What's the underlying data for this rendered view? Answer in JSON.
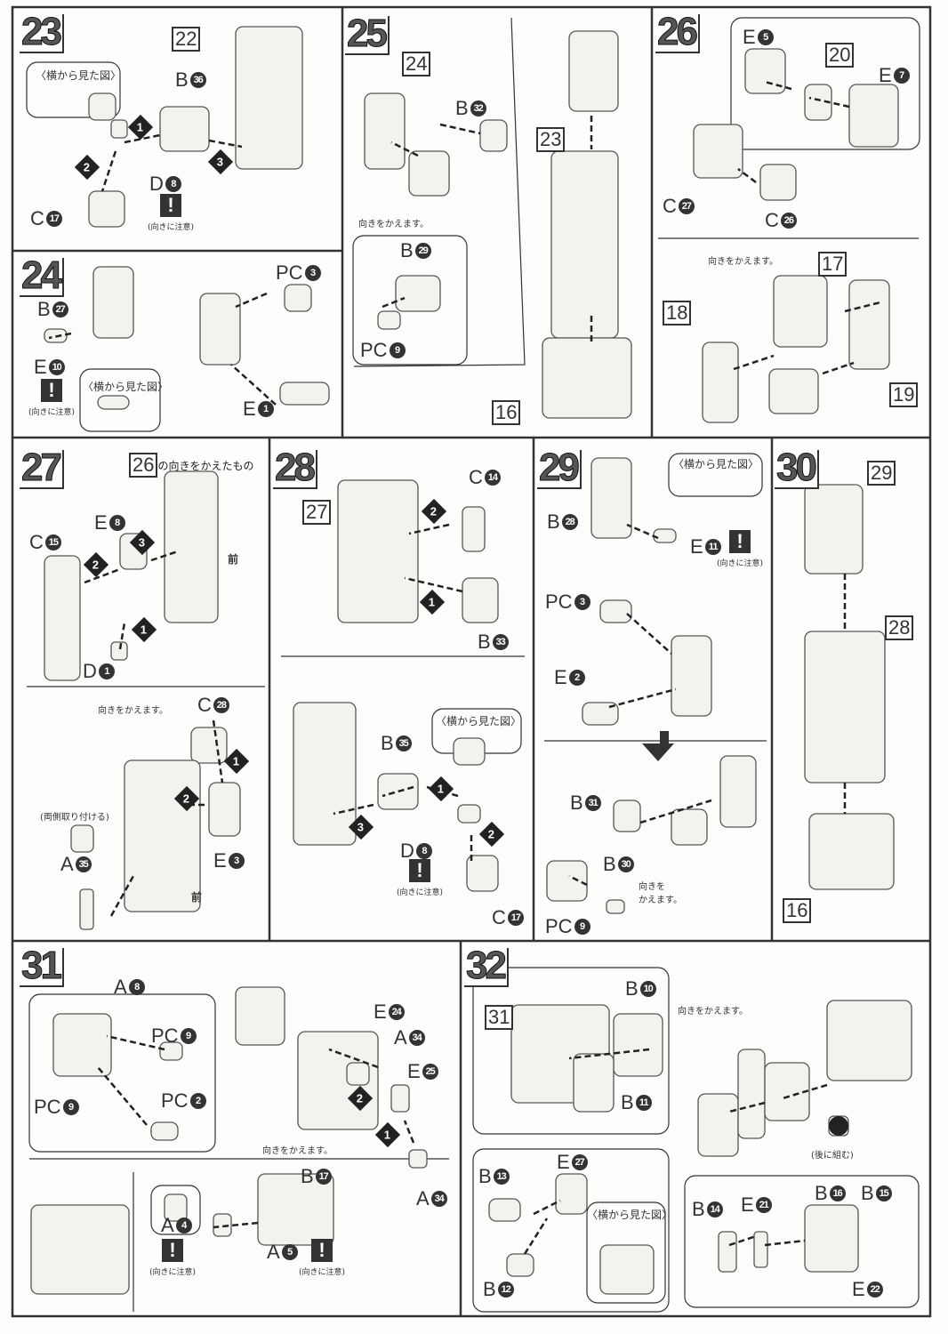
{
  "panels": [
    {
      "step": "23",
      "items": [
        {
          "t": "box",
          "v": "22"
        },
        {
          "t": "part",
          "l": "B",
          "n": "36"
        },
        {
          "t": "side",
          "v": "〈横から見た図〉"
        },
        {
          "t": "seq",
          "n": "1"
        },
        {
          "t": "seq",
          "n": "2"
        },
        {
          "t": "seq",
          "n": "3"
        },
        {
          "t": "part",
          "l": "D",
          "n": "8"
        },
        {
          "t": "warn",
          "v": "(向きに注意)"
        },
        {
          "t": "part",
          "l": "C",
          "n": "17"
        }
      ]
    },
    {
      "step": "24",
      "items": [
        {
          "t": "part",
          "l": "PC",
          "n": "3"
        },
        {
          "t": "part",
          "l": "B",
          "n": "27"
        },
        {
          "t": "part",
          "l": "E",
          "n": "10"
        },
        {
          "t": "warn",
          "v": "(向きに注意)"
        },
        {
          "t": "side",
          "v": "〈横から見た図〉"
        },
        {
          "t": "part",
          "l": "E",
          "n": "1"
        }
      ]
    },
    {
      "step": "25",
      "items": [
        {
          "t": "box",
          "v": "24"
        },
        {
          "t": "part",
          "l": "B",
          "n": "32"
        },
        {
          "t": "note",
          "v": "向きをかえます。"
        },
        {
          "t": "part",
          "l": "B",
          "n": "29"
        },
        {
          "t": "part",
          "l": "PC",
          "n": "9"
        },
        {
          "t": "box",
          "v": "23"
        },
        {
          "t": "box",
          "v": "16"
        }
      ]
    },
    {
      "step": "26",
      "items": [
        {
          "t": "part",
          "l": "E",
          "n": "5"
        },
        {
          "t": "box",
          "v": "20"
        },
        {
          "t": "part",
          "l": "E",
          "n": "7"
        },
        {
          "t": "part",
          "l": "C",
          "n": "27"
        },
        {
          "t": "part",
          "l": "C",
          "n": "26"
        },
        {
          "t": "note",
          "v": "向きをかえます。"
        },
        {
          "t": "box",
          "v": "17"
        },
        {
          "t": "box",
          "v": "18"
        },
        {
          "t": "box",
          "v": "19"
        }
      ]
    },
    {
      "step": "27",
      "items": [
        {
          "t": "boxnote",
          "v": "26",
          "s": "の向きをかえたもの"
        },
        {
          "t": "part",
          "l": "C",
          "n": "15"
        },
        {
          "t": "part",
          "l": "E",
          "n": "8"
        },
        {
          "t": "seq",
          "n": "3"
        },
        {
          "t": "seq",
          "n": "2"
        },
        {
          "t": "seq",
          "n": "1"
        },
        {
          "t": "front",
          "v": "前"
        },
        {
          "t": "part",
          "l": "D",
          "n": "1"
        },
        {
          "t": "note",
          "v": "向きをかえます。"
        },
        {
          "t": "part",
          "l": "C",
          "n": "28"
        },
        {
          "t": "seq",
          "n": "1"
        },
        {
          "t": "seq",
          "n": "2"
        },
        {
          "t": "part",
          "l": "E",
          "n": "3"
        },
        {
          "t": "note",
          "v": "(両側取り付ける)"
        },
        {
          "t": "part",
          "l": "A",
          "n": "35"
        },
        {
          "t": "front",
          "v": "前"
        }
      ]
    },
    {
      "step": "28",
      "items": [
        {
          "t": "box",
          "v": "27"
        },
        {
          "t": "part",
          "l": "C",
          "n": "14"
        },
        {
          "t": "seq",
          "n": "2"
        },
        {
          "t": "seq",
          "n": "1"
        },
        {
          "t": "part",
          "l": "B",
          "n": "33"
        },
        {
          "t": "side",
          "v": "〈横から見た図〉"
        },
        {
          "t": "part",
          "l": "B",
          "n": "35"
        },
        {
          "t": "seq",
          "n": "1"
        },
        {
          "t": "seq",
          "n": "2"
        },
        {
          "t": "seq",
          "n": "3"
        },
        {
          "t": "part",
          "l": "D",
          "n": "8"
        },
        {
          "t": "warn",
          "v": "(向きに注意)"
        },
        {
          "t": "part",
          "l": "C",
          "n": "17"
        }
      ]
    },
    {
      "step": "29",
      "items": [
        {
          "t": "side",
          "v": "〈横から見た図〉"
        },
        {
          "t": "part",
          "l": "B",
          "n": "28"
        },
        {
          "t": "part",
          "l": "E",
          "n": "11"
        },
        {
          "t": "warn",
          "v": "(向きに注意)"
        },
        {
          "t": "part",
          "l": "PC",
          "n": "3"
        },
        {
          "t": "part",
          "l": "E",
          "n": "2"
        },
        {
          "t": "part",
          "l": "B",
          "n": "31"
        },
        {
          "t": "part",
          "l": "B",
          "n": "30"
        },
        {
          "t": "note",
          "v": "向きを かえます。"
        },
        {
          "t": "part",
          "l": "PC",
          "n": "9"
        }
      ]
    },
    {
      "step": "30",
      "items": [
        {
          "t": "box",
          "v": "29"
        },
        {
          "t": "box",
          "v": "28"
        },
        {
          "t": "box",
          "v": "16"
        }
      ]
    },
    {
      "step": "31",
      "items": [
        {
          "t": "part",
          "l": "A",
          "n": "8"
        },
        {
          "t": "part",
          "l": "PC",
          "n": "9"
        },
        {
          "t": "part",
          "l": "PC",
          "n": "9"
        },
        {
          "t": "part",
          "l": "PC",
          "n": "2"
        },
        {
          "t": "part",
          "l": "E",
          "n": "24"
        },
        {
          "t": "part",
          "l": "A",
          "n": "34"
        },
        {
          "t": "part",
          "l": "E",
          "n": "25"
        },
        {
          "t": "seq",
          "n": "2"
        },
        {
          "t": "note",
          "v": "向きをかえます。"
        },
        {
          "t": "seq",
          "n": "1"
        },
        {
          "t": "part",
          "l": "A",
          "n": "34"
        },
        {
          "t": "part",
          "l": "B",
          "n": "17"
        },
        {
          "t": "part",
          "l": "A",
          "n": "4"
        },
        {
          "t": "warn",
          "v": "(向きに注意)"
        },
        {
          "t": "part",
          "l": "A",
          "n": "5"
        },
        {
          "t": "warn",
          "v": "(向きに注意)"
        }
      ]
    },
    {
      "step": "32",
      "items": [
        {
          "t": "box",
          "v": "31"
        },
        {
          "t": "part",
          "l": "B",
          "n": "10"
        },
        {
          "t": "note",
          "v": "向きをかえます。"
        },
        {
          "t": "part",
          "l": "B",
          "n": "11"
        },
        {
          "t": "later",
          "v": "(後に組む)"
        },
        {
          "t": "part",
          "l": "B",
          "n": "13"
        },
        {
          "t": "part",
          "l": "E",
          "n": "27"
        },
        {
          "t": "part",
          "l": "B",
          "n": "12"
        },
        {
          "t": "side",
          "v": "〈横から見た図〉"
        },
        {
          "t": "part",
          "l": "B",
          "n": "14"
        },
        {
          "t": "part",
          "l": "E",
          "n": "21"
        },
        {
          "t": "part",
          "l": "B",
          "n": "16"
        },
        {
          "t": "part",
          "l": "B",
          "n": "15"
        },
        {
          "t": "part",
          "l": "E",
          "n": "22"
        }
      ]
    }
  ],
  "colors": {
    "ink": "#333333",
    "paper": "#fdfdfb",
    "part_fill": "#f2f2ee"
  }
}
